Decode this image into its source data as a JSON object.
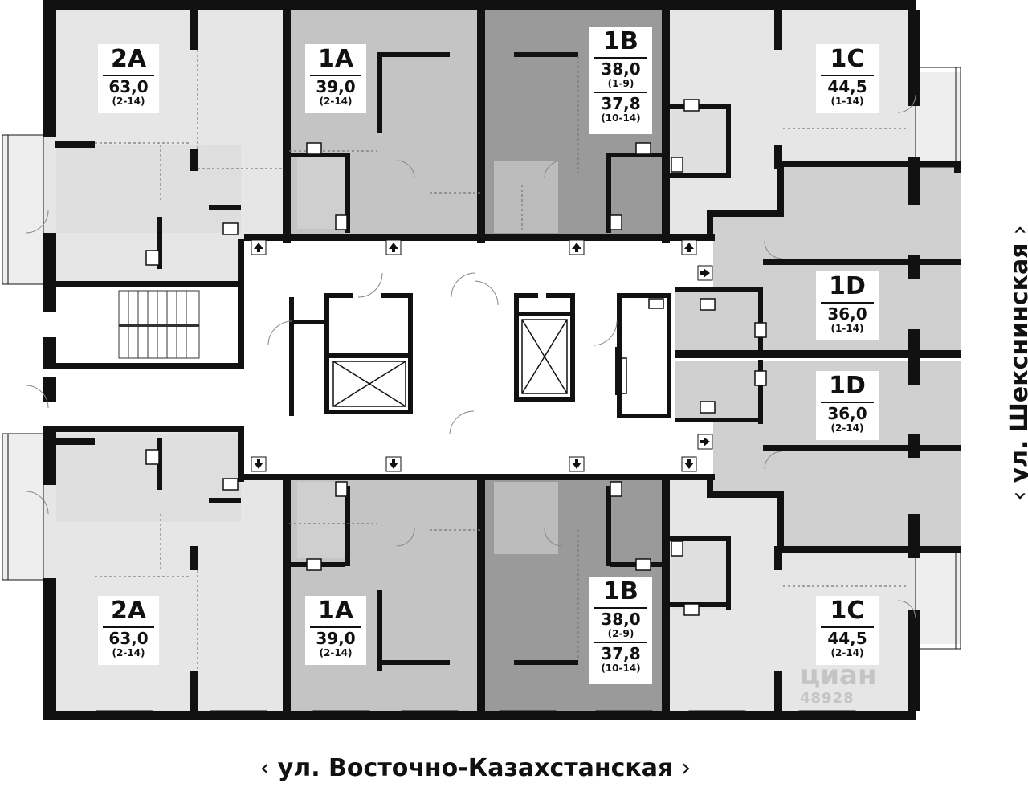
{
  "plan": {
    "units": [
      {
        "id": "2A-top",
        "code": "2A",
        "area": "63,0",
        "floors": "(2-14)"
      },
      {
        "id": "1A-top",
        "code": "1A",
        "area": "39,0",
        "floors": "(2-14)"
      },
      {
        "id": "1B-top",
        "code": "1B",
        "area": "38,0",
        "floors": "(1-9)",
        "area2": "37,8",
        "floors2": "(10-14)"
      },
      {
        "id": "1C-top",
        "code": "1C",
        "area": "44,5",
        "floors": "(1-14)"
      },
      {
        "id": "1D-upper",
        "code": "1D",
        "area": "36,0",
        "floors": "(1-14)"
      },
      {
        "id": "1D-lower",
        "code": "1D",
        "area": "36,0",
        "floors": "(2-14)"
      },
      {
        "id": "2A-bottom",
        "code": "2A",
        "area": "63,0",
        "floors": "(2-14)"
      },
      {
        "id": "1A-bottom",
        "code": "1A",
        "area": "39,0",
        "floors": "(2-14)"
      },
      {
        "id": "1B-bottom",
        "code": "1B",
        "area": "38,0",
        "floors": "(2-9)",
        "area2": "37,8",
        "floors2": "(10-14)"
      },
      {
        "id": "1C-bottom",
        "code": "1C",
        "area": "44,5",
        "floors": "(2-14)"
      }
    ],
    "streets": {
      "bottom": "ул. Восточно-Казахстанская",
      "right": "ул. Шекснинская"
    },
    "watermark": {
      "brand": "циан",
      "number": "48928"
    },
    "colors": {
      "wall": "#111111",
      "unit_light": "#e6e6e6",
      "unit_1A": "#c4c4c4",
      "unit_1B": "#9a9a9a",
      "unit_1D": "#d0d0d0",
      "corridor": "#ffffff"
    }
  }
}
